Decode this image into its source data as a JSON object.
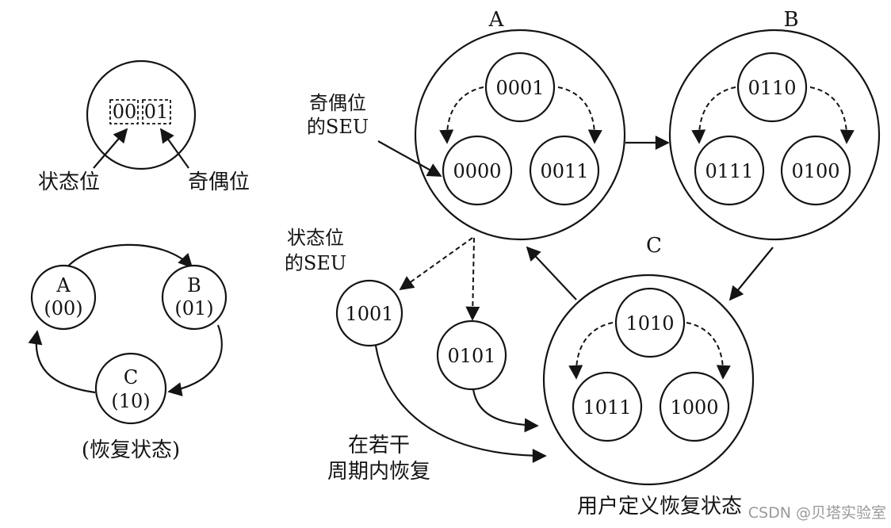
{
  "legend": {
    "bits_left": "00",
    "bits_right": "01",
    "state_bit_label": "状态位",
    "parity_bit_label": "奇偶位"
  },
  "recovery_loop": {
    "a_name": "A",
    "a_code": "(00)",
    "b_name": "B",
    "b_code": "(01)",
    "c_name": "C",
    "c_code": "(10)",
    "caption": "(恢复状态)"
  },
  "group_a": {
    "label": "A",
    "top": "0001",
    "left": "0000",
    "right": "0011"
  },
  "group_b": {
    "label": "B",
    "top": "0110",
    "left": "0111",
    "right": "0100"
  },
  "group_c": {
    "label": "C",
    "top": "1010",
    "left": "1011",
    "right": "1000"
  },
  "annotations": {
    "parity_seu_line1": "奇偶位",
    "parity_seu_line2": "的SEU",
    "state_seu_line1": "状态位",
    "state_seu_line2": "的SEU",
    "recover_line1": "在若干",
    "recover_line2": "周期内恢复",
    "user_defined": "用户定义恢复状态"
  },
  "error_states": {
    "first": "1001",
    "second": "0101"
  },
  "watermark": "CSDN @贝塔实验室",
  "colors": {
    "ink": "#141414",
    "background": "#ffffff",
    "watermark": "#9a9a9a"
  }
}
